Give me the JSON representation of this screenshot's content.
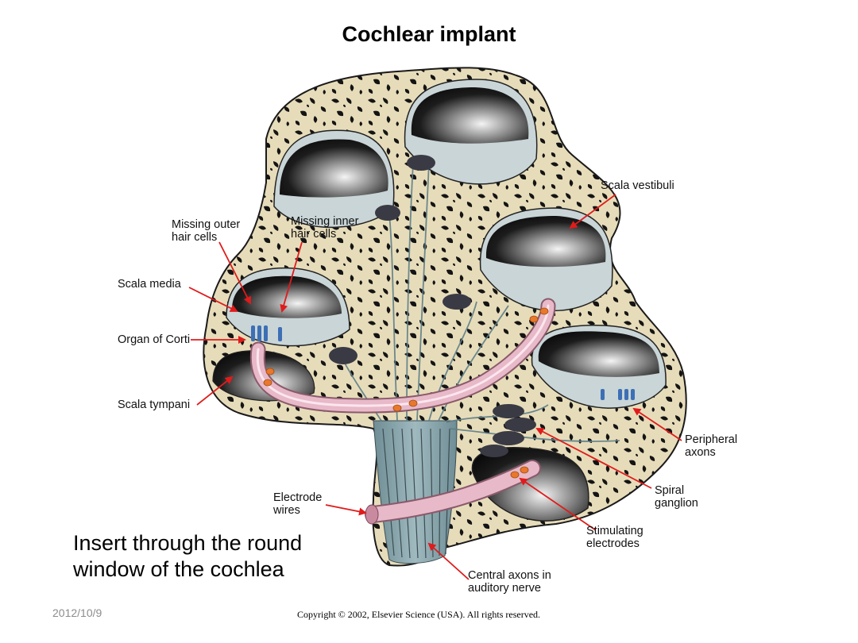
{
  "title": "Cochlear implant",
  "labels": {
    "missing_outer": "Missing outer\nhair cells",
    "missing_inner": "Missing inner\nhair cells",
    "scala_media": "Scala media",
    "organ_corti": "Organ of Corti",
    "scala_tympani": "Scala tympani",
    "scala_vestibuli": "Scala vestibuli",
    "peripheral_axons": "Peripheral\naxons",
    "spiral_ganglion": "Spiral\nganglion",
    "stimulating_electrodes": "Stimulating\nelectrodes",
    "electrode_wires": "Electrode\nwires",
    "central_axons": "Central axons in\nauditory nerve"
  },
  "caption": "Insert through the round\nwindow of the cochlea",
  "date": "2012/10/9",
  "copyright": "Copyright © 2002, Elsevier Science (USA). All rights reserved.",
  "colors": {
    "bone": "#e7dcba",
    "bone_spot": "#141414",
    "fluid_light": "#c9d5d7",
    "chamber_dark": "#1a1a1a",
    "implant_pink": "#e8b9c8",
    "electrode_orange": "#e8782d",
    "hair_cell_blue": "#3d6fb5",
    "arrow_red": "#e01b1b"
  }
}
